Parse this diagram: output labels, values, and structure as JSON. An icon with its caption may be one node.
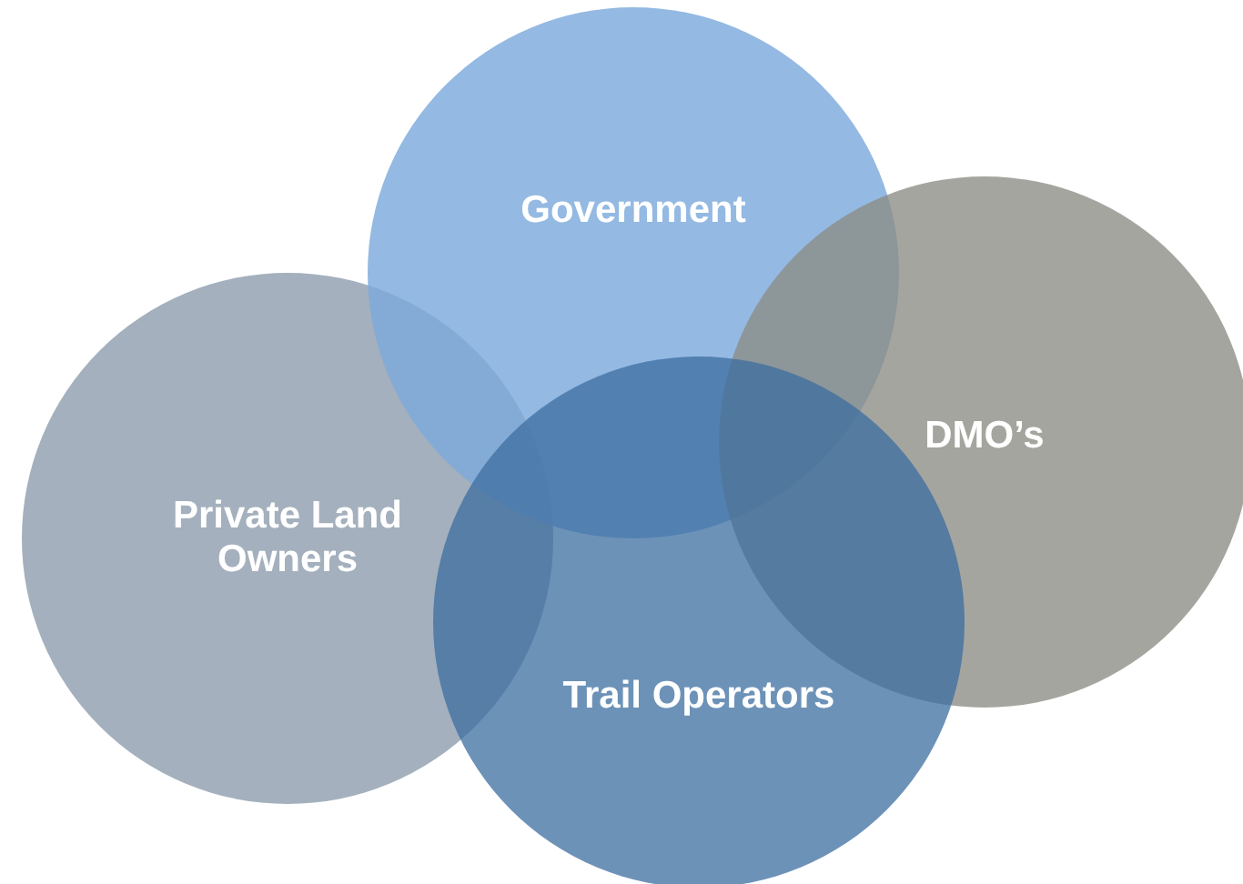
{
  "diagram": {
    "nodes": [
      {
        "text": [
          "Government"
        ]
      },
      {
        "text": [
          "DMO’s"
        ]
      },
      {
        "text": [
          "Private Land Owners"
        ]
      },
      {
        "text": [
          "Trail Operators"
        ]
      }
    ]
  }
}
